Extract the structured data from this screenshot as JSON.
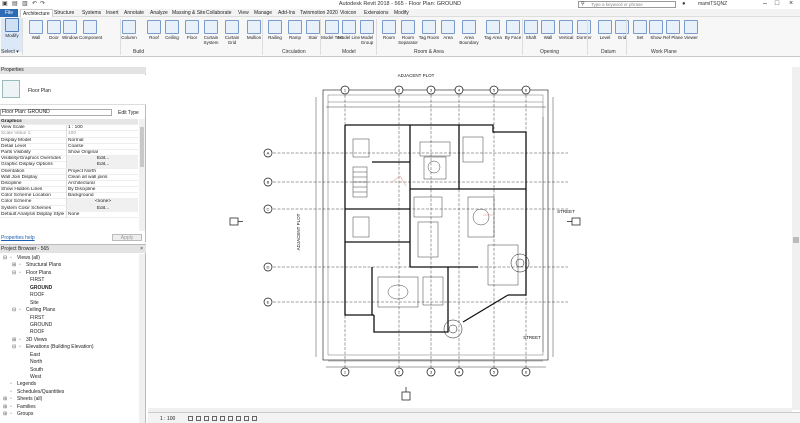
{
  "title_bar": {
    "title": "Autodesk Revit 2018 -    565 - Floor Plan: GROUND",
    "search_placeholder": "Type a keyword or phrase",
    "user": "mamiTSQNZ"
  },
  "menu_tabs": [
    "File",
    "Architecture",
    "Structure",
    "Systems",
    "Insert",
    "Annotate",
    "Analyze",
    "Massing & Site",
    "Collaborate",
    "View",
    "Manage",
    "Add-Ins",
    "Twinmotion 2020",
    "Vioicon",
    "Extensions",
    "Modify"
  ],
  "ribbon": {
    "buttons": [
      {
        "label": "Modify",
        "icon": "cursor-icon"
      },
      {
        "label": "Wall",
        "icon": "wall-icon"
      },
      {
        "label": "Door",
        "icon": "door-icon"
      },
      {
        "label": "Window",
        "icon": "window-icon"
      },
      {
        "label": "Component",
        "icon": "component-icon"
      },
      {
        "label": "Column",
        "icon": "column-icon"
      },
      {
        "label": "Roof",
        "icon": "roof-icon"
      },
      {
        "label": "Ceiling",
        "icon": "ceiling-icon"
      },
      {
        "label": "Floor",
        "icon": "floor-icon"
      },
      {
        "label": "Curtain System",
        "icon": "curtain-system-icon"
      },
      {
        "label": "Curtain Grid",
        "icon": "curtain-grid-icon"
      },
      {
        "label": "Mullion",
        "icon": "mullion-icon"
      },
      {
        "label": "Railing",
        "icon": "railing-icon"
      },
      {
        "label": "Ramp",
        "icon": "ramp-icon"
      },
      {
        "label": "Stair",
        "icon": "stair-icon"
      },
      {
        "label": "Model Text",
        "icon": "model-text-icon"
      },
      {
        "label": "Model Line",
        "icon": "model-line-icon"
      },
      {
        "label": "Model Group",
        "icon": "model-group-icon"
      },
      {
        "label": "Room",
        "icon": "room-icon"
      },
      {
        "label": "Room Separator",
        "icon": "room-separator-icon"
      },
      {
        "label": "Tag Room",
        "icon": "tag-room-icon"
      },
      {
        "label": "Area",
        "icon": "area-icon"
      },
      {
        "label": "Area Boundary",
        "icon": "area-boundary-icon"
      },
      {
        "label": "Tag Area",
        "icon": "tag-area-icon"
      },
      {
        "label": "By Face",
        "icon": "by-face-icon"
      },
      {
        "label": "Shaft",
        "icon": "shaft-icon"
      },
      {
        "label": "Wall",
        "icon": "wall-opening-icon"
      },
      {
        "label": "Vertical",
        "icon": "vertical-icon"
      },
      {
        "label": "Dormer",
        "icon": "dormer-icon"
      },
      {
        "label": "Level",
        "icon": "level-icon"
      },
      {
        "label": "Grid",
        "icon": "grid-icon"
      },
      {
        "label": "Set",
        "icon": "set-icon"
      },
      {
        "label": "Show",
        "icon": "show-icon"
      },
      {
        "label": "Ref Plane",
        "icon": "ref-plane-icon"
      },
      {
        "label": "Viewer",
        "icon": "viewer-icon"
      }
    ],
    "groups": [
      "Select",
      "Build",
      "Circulation",
      "Model",
      "Room & Area",
      "Opening",
      "Datum",
      "Work Plane"
    ]
  },
  "properties": {
    "header": "Properties",
    "type_name": "Floor Plan",
    "filter_value": "Floor Plan: GROUND",
    "edit_type": "Edit Type",
    "rows": [
      {
        "k": "Graphics",
        "v": "",
        "cat": true
      },
      {
        "k": "View Scale",
        "v": "1 : 100"
      },
      {
        "k": "Scale Value    1:",
        "v": "100",
        "dim": true
      },
      {
        "k": "Display Model",
        "v": "Normal"
      },
      {
        "k": "Detail Level",
        "v": "Coarse"
      },
      {
        "k": "Parts Visibility",
        "v": "Show Original"
      },
      {
        "k": "Visibility/Graphics Overrides",
        "v": "Edit...",
        "btn": true
      },
      {
        "k": "Graphic Display Options",
        "v": "Edit...",
        "btn": true
      },
      {
        "k": "Orientation",
        "v": "Project North"
      },
      {
        "k": "Wall Join Display",
        "v": "Clean all wall joins"
      },
      {
        "k": "Discipline",
        "v": "Architectural"
      },
      {
        "k": "Show Hidden Lines",
        "v": "By Discipline"
      },
      {
        "k": "Color Scheme Location",
        "v": "Background"
      },
      {
        "k": "Color Scheme",
        "v": "<none>",
        "btn": true
      },
      {
        "k": "System Color Schemes",
        "v": "Edit...",
        "btn": true
      },
      {
        "k": "Default Analysis Display Style",
        "v": "None"
      }
    ],
    "help_link": "Properties help",
    "apply": "Apply"
  },
  "browser": {
    "header": "Project Browser - 565",
    "items": [
      {
        "label": "Views (all)",
        "level": 0,
        "toggle": "⊟"
      },
      {
        "label": "Structural Plans",
        "level": 1,
        "toggle": "⊞"
      },
      {
        "label": "Floor Plans",
        "level": 1,
        "toggle": "⊟"
      },
      {
        "label": "FIRST",
        "level": 2
      },
      {
        "label": "GROUND",
        "level": 2,
        "bold": true
      },
      {
        "label": "ROOF",
        "level": 2
      },
      {
        "label": "Site",
        "level": 2
      },
      {
        "label": "Ceiling Plans",
        "level": 1,
        "toggle": "⊟"
      },
      {
        "label": "FIRST",
        "level": 2
      },
      {
        "label": "GROUND",
        "level": 2
      },
      {
        "label": "ROOF",
        "level": 2
      },
      {
        "label": "3D Views",
        "level": 1,
        "toggle": "⊞"
      },
      {
        "label": "Elevations (Building Elevation)",
        "level": 1,
        "toggle": "⊟"
      },
      {
        "label": "East",
        "level": 2
      },
      {
        "label": "North",
        "level": 2
      },
      {
        "label": "South",
        "level": 2
      },
      {
        "label": "West",
        "level": 2
      },
      {
        "label": "Legends",
        "level": 0,
        "toggle": ""
      },
      {
        "label": "Schedules/Quantities",
        "level": 0,
        "toggle": ""
      },
      {
        "label": "Sheets (all)",
        "level": 0,
        "toggle": "⊞"
      },
      {
        "label": "Families",
        "level": 0,
        "toggle": "⊞"
      },
      {
        "label": "Groups",
        "level": 0,
        "toggle": "⊞"
      }
    ]
  },
  "drawing": {
    "title": "ADJACENT PLOT",
    "left_label": "ADJACENT PLOT",
    "right_label": "STREET",
    "bottom_label": "STREET",
    "grid_columns": [
      "1",
      "2",
      "3",
      "4",
      "5",
      "6"
    ],
    "grid_rows": [
      "A",
      "B",
      "C",
      "D",
      "E"
    ]
  },
  "status": {
    "scale": "1 : 100"
  }
}
